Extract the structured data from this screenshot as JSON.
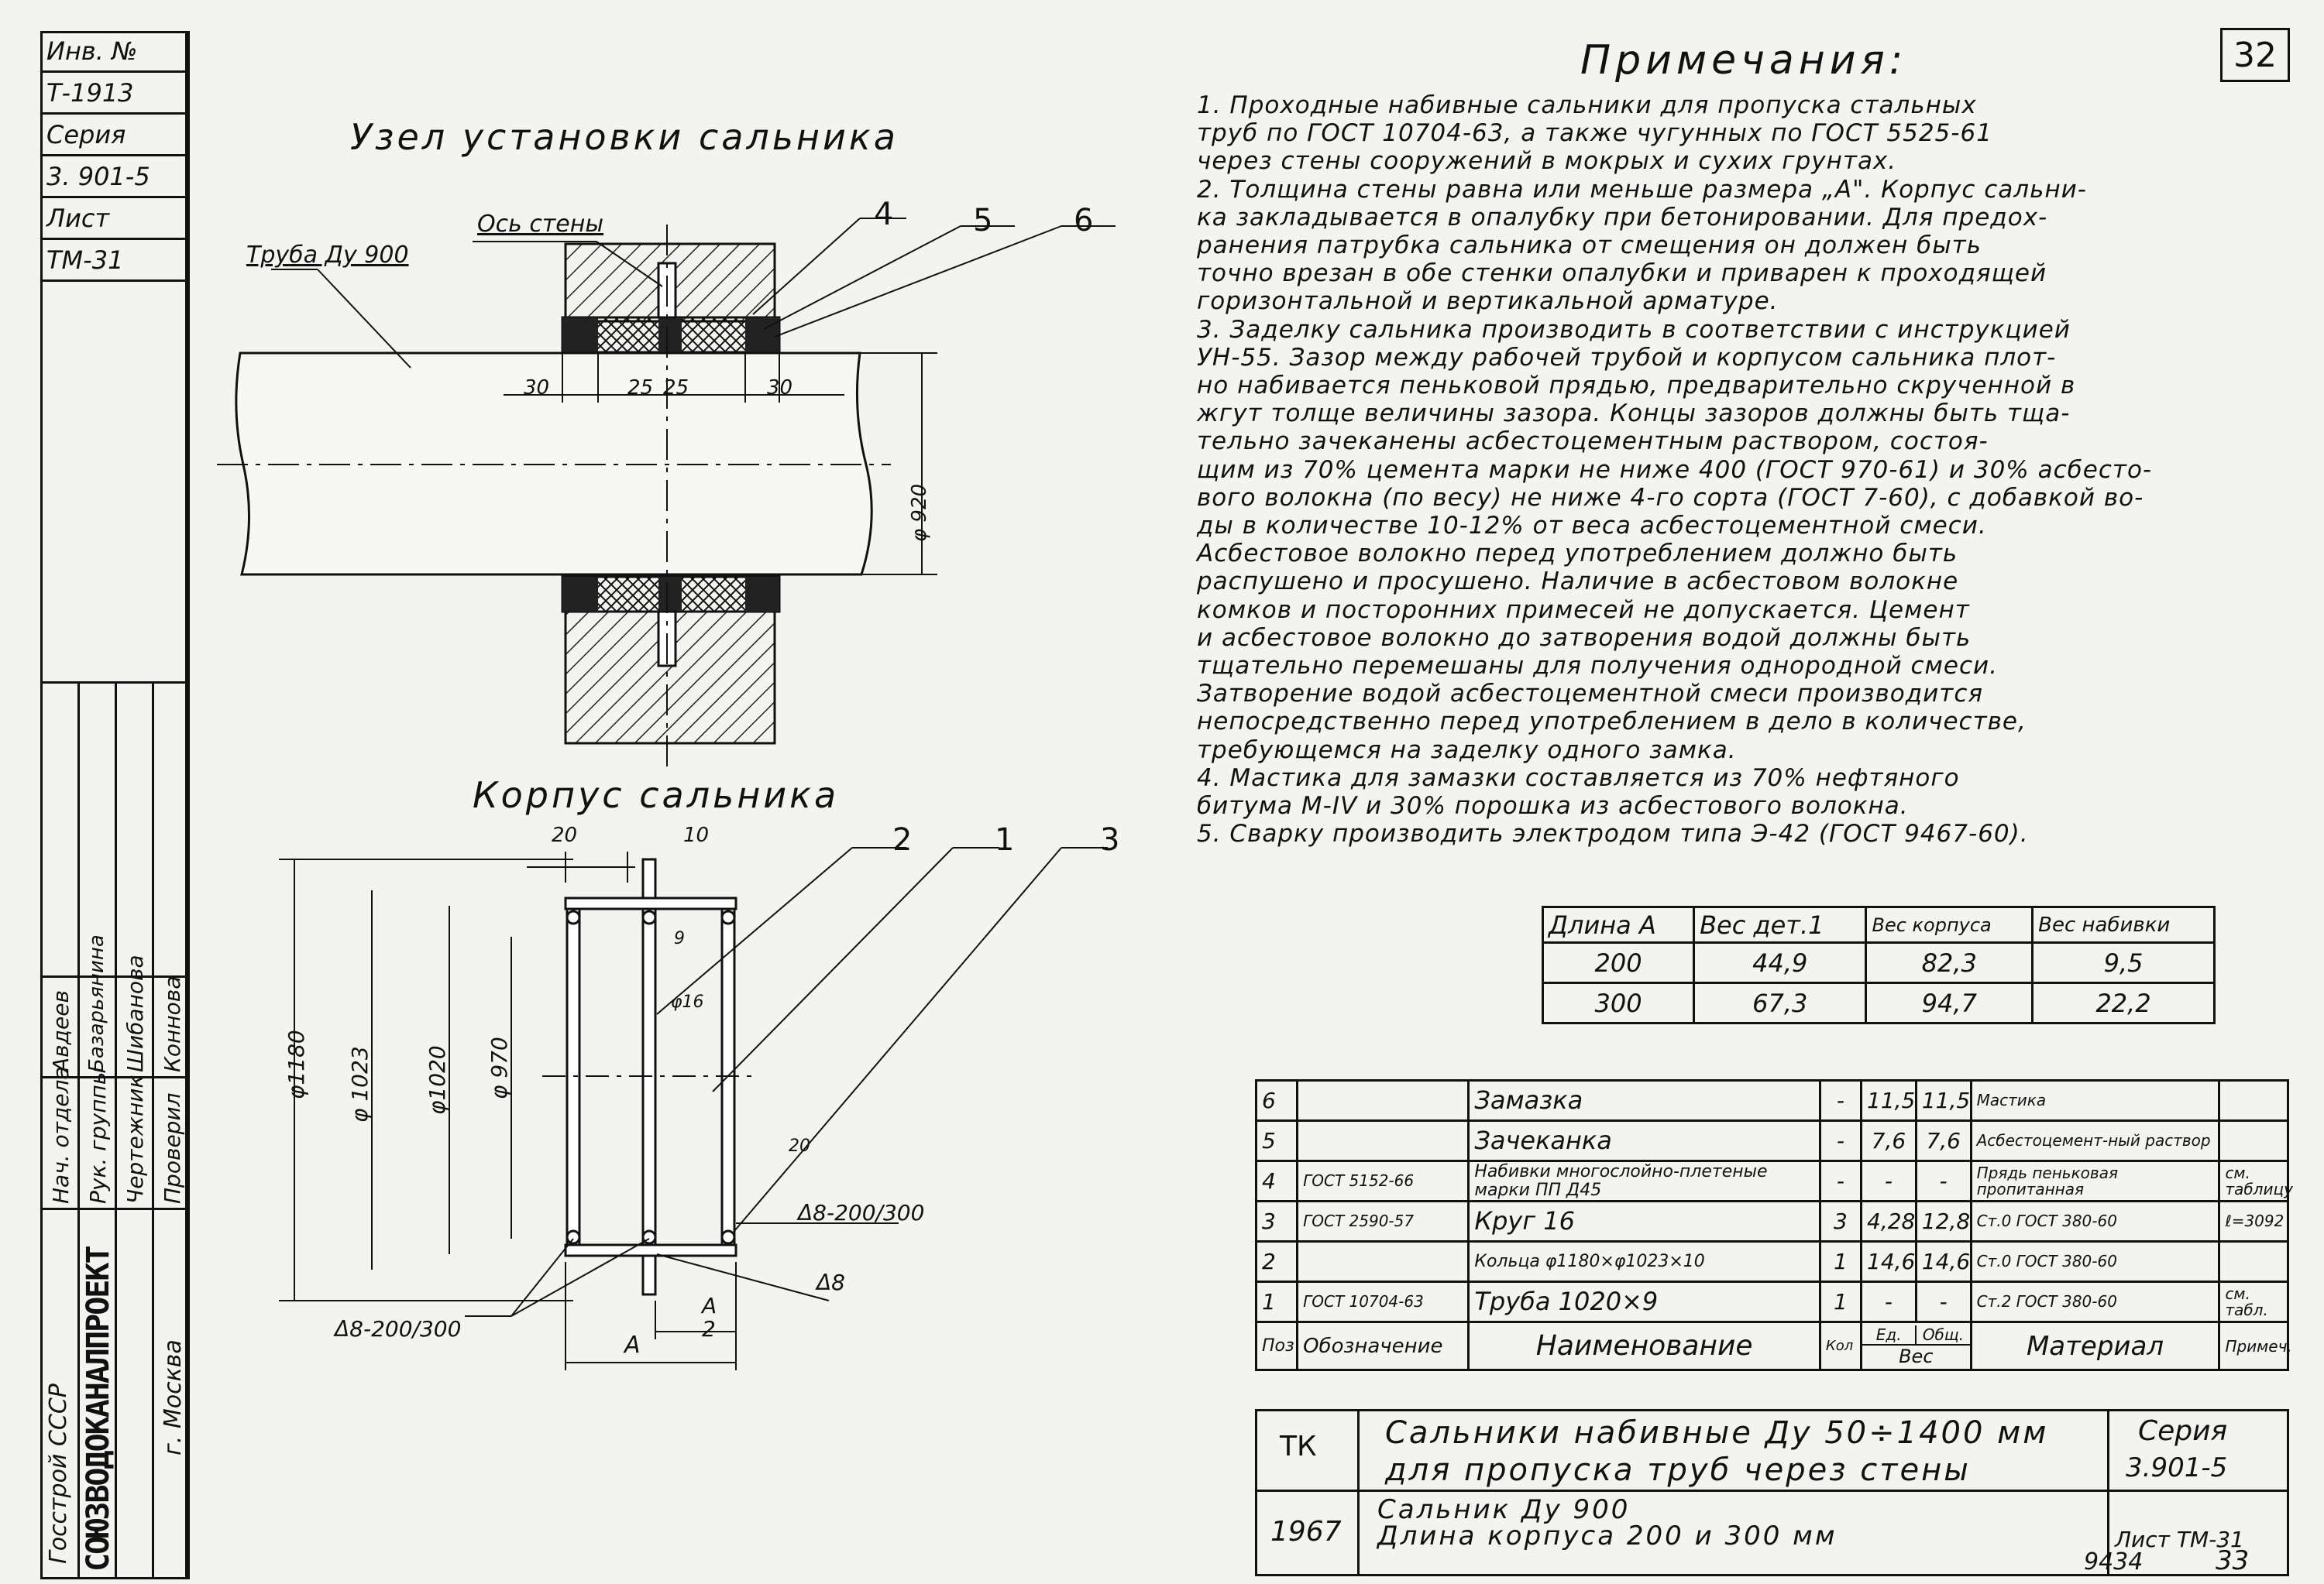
{
  "side_stamp": {
    "inv_label": "Инв. №",
    "inv_value": "Т-1913",
    "series_label": "Серия",
    "series_value": "3. 901-5",
    "sheet_label": "Лист",
    "sheet_value": "ТМ-31"
  },
  "page_number": "32",
  "titles": {
    "node": "Узел установки сальника",
    "body": "Корпус сальника",
    "notes": "Примечания:"
  },
  "node_labels": {
    "pipe": "Труба Ду 900",
    "wall_axis": "Ось стены",
    "c4": "4",
    "c5": "5",
    "c6": "6",
    "d30a": "30",
    "d25a": "25",
    "d25b": "25",
    "d30b": "30",
    "d920": "φ 920"
  },
  "body_labels": {
    "d20": "20",
    "d10": "10",
    "c2": "2",
    "c1": "1",
    "c3": "3",
    "d9": "9",
    "d16": "φ16",
    "d1180": "φ1180",
    "d1023": "φ 1023",
    "d1020": "φ1020",
    "d970": "φ 970",
    "d20b": "20",
    "weld1": "Δ8-200/300",
    "weld2": "Δ8",
    "weld3": "Δ8-200/300",
    "dimA1": "А",
    "dim2": "2",
    "dimA2": "А"
  },
  "notes": [
    "1. Проходные набивные сальники для пропуска стальных",
    "   труб по ГОСТ 10704-63, а также чугунных по ГОСТ 5525-61",
    "через стены сооружений в мокрых и сухих грунтах.",
    "2. Толщина стены равна или меньше размера „А\". Корпус сальни-",
    "ка закладывается в опалубку при бетонировании. Для предох-",
    "ранения патрубка сальника от смещения он должен быть",
    "точно врезан в обе стенки опалубки и приварен к проходящей",
    "горизонтальной и вертикальной арматуре.",
    "3. Заделку сальника производить в соответствии с инструкцией",
    "  УН-55. Зазор между рабочей трубой и корпусом сальника плот-",
    "но набивается пеньковой прядью, предварительно скрученной в",
    "жгут толще величины зазора. Концы зазоров должны быть тща-",
    "тельно зачеканены асбестоцементным раствором, состоя-",
    "щим из 70% цемента марки не ниже 400 (ГОСТ 970-61) и 30% асбесто-",
    "вого волокна (по весу) не ниже 4-го сорта (ГОСТ 7-60), с добавкой во-",
    "ды в количестве 10-12% от веса асбестоцементной смеси.",
    "Асбестовое волокно перед употреблением должно быть",
    "распушено и просушено. Наличие в асбестовом волокне",
    "комков и посторонних примесей не допускается. Цемент",
    "и асбестовое волокно до затворения водой должны быть",
    "тщательно перемешаны для получения однородной смеси.",
    "Затворение водой асбестоцементной смеси производится",
    "непосредственно перед употреблением в дело в количестве,",
    "требующемся на заделку одного замка.",
    "4. Мастика для замазки составляется из 70% нефтяного",
    "   битума М-IV и 30% порошка из асбестового волокна.",
    "5. Сварку производить электродом типа Э-42 (ГОСТ 9467-60)."
  ],
  "weight_table": {
    "headers": [
      "Длина А",
      "Вес дет.1",
      "Вес корпуса",
      "Вес набивки"
    ],
    "rows": [
      [
        "200",
        "44,9",
        "82,3",
        "9,5"
      ],
      [
        "300",
        "67,3",
        "94,7",
        "22,2"
      ]
    ]
  },
  "spec_table": {
    "rows": [
      [
        "6",
        "",
        "Замазка",
        "-",
        "11,5",
        "11,5",
        "Мастика",
        ""
      ],
      [
        "5",
        "",
        "Зачеканка",
        "-",
        "7,6",
        "7,6",
        "Асбестоцемент-ный раствор",
        ""
      ],
      [
        "4",
        "ГОСТ 5152-66",
        "Набивки многослойно-плетеные марки ПП Д45",
        "-",
        "-",
        "-",
        "Прядь пеньковая пропитанная",
        "см. таблицу"
      ],
      [
        "3",
        "ГОСТ 2590-57",
        "Круг 16",
        "3",
        "4,28",
        "12,8",
        "Ст.0 ГОСТ 380-60",
        "ℓ=3092"
      ],
      [
        "2",
        "",
        "Кольца φ1180×φ1023×10",
        "1",
        "14,6",
        "14,6",
        "Ст.0 ГОСТ 380-60",
        ""
      ],
      [
        "1",
        "ГОСТ 10704-63",
        "Труба 1020×9",
        "1",
        "-",
        "-",
        "Ст.2 ГОСТ 380-60",
        "см. табл."
      ]
    ],
    "header": {
      "pos": "Поз",
      "designation": "Обозначение",
      "name": "Наименование",
      "qty": "Кол",
      "weight": "Вес",
      "unit": "Ед.",
      "total": "Общ.",
      "material": "Материал",
      "note": "Примеч."
    }
  },
  "title_block": {
    "code": "ТК",
    "title_line1": "Сальники набивные Ду 50÷1400 мм",
    "title_line2": "для пропуска труб через стены",
    "series_label": "Серия",
    "series_value": "3.901-5",
    "year": "1967",
    "sub_line1": "Сальник Ду 900",
    "sub_line2": "Длина корпуса 200 и 300 мм",
    "sheet": "Лист ТМ-31"
  },
  "left_stamp": {
    "org1": "Госстрой СССР",
    "org2": "СОЮЗВОДОКАНАЛПРОЕКТ",
    "city": "г. Москва",
    "roles": [
      "Нач. отдела",
      "Рук. группы",
      "Чертежник",
      "Проверил"
    ],
    "names": [
      "Авдеев",
      "Базарьянина",
      "Шибанова",
      "Коннова"
    ]
  },
  "footer": {
    "num1": "9434",
    "num2": "33"
  }
}
